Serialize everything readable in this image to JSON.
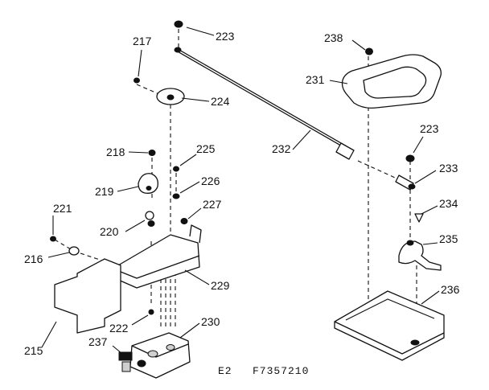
{
  "diagram": {
    "footer": {
      "left": "E2",
      "right": "F7357210"
    },
    "callouts": [
      {
        "id": "c223a",
        "text": "223"
      },
      {
        "id": "c217",
        "text": "217"
      },
      {
        "id": "c224",
        "text": "224"
      },
      {
        "id": "c238",
        "text": "238"
      },
      {
        "id": "c231",
        "text": "231"
      },
      {
        "id": "c218",
        "text": "218"
      },
      {
        "id": "c225",
        "text": "225"
      },
      {
        "id": "c232",
        "text": "232"
      },
      {
        "id": "c223b",
        "text": "223"
      },
      {
        "id": "c233",
        "text": "233"
      },
      {
        "id": "c226",
        "text": "226"
      },
      {
        "id": "c219",
        "text": "219"
      },
      {
        "id": "c221",
        "text": "221"
      },
      {
        "id": "c227",
        "text": "227"
      },
      {
        "id": "c234",
        "text": "234"
      },
      {
        "id": "c220",
        "text": "220"
      },
      {
        "id": "c235",
        "text": "235"
      },
      {
        "id": "c216",
        "text": "216"
      },
      {
        "id": "c229",
        "text": "229"
      },
      {
        "id": "c236",
        "text": "236"
      },
      {
        "id": "c222",
        "text": "222"
      },
      {
        "id": "c230",
        "text": "230"
      },
      {
        "id": "c215",
        "text": "215"
      },
      {
        "id": "c237",
        "text": "237"
      }
    ]
  }
}
